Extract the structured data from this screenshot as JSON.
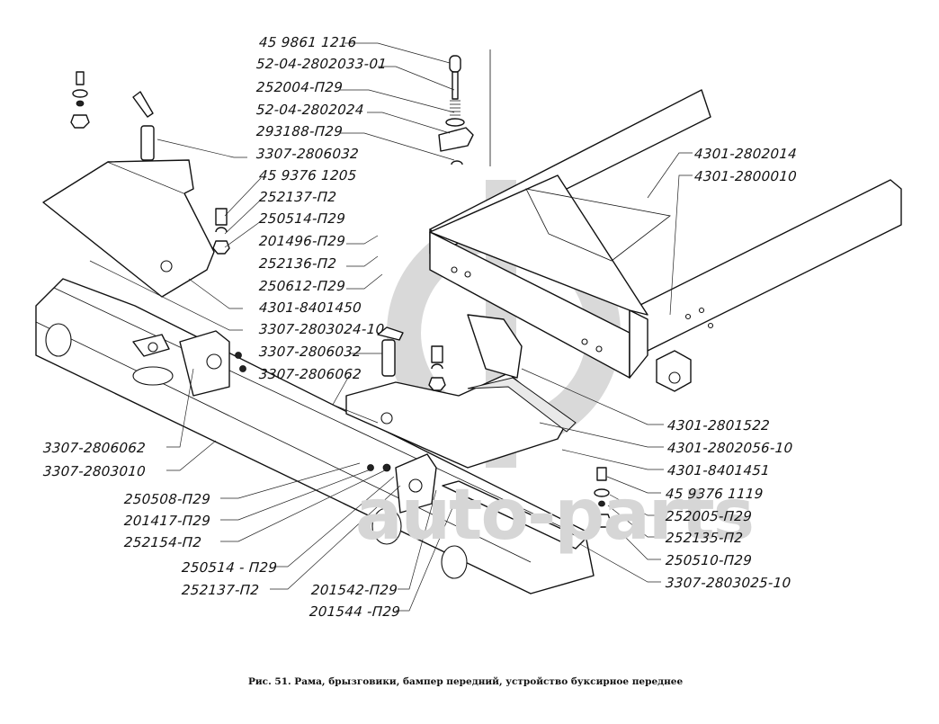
{
  "figure": {
    "caption": "Рис. 51.  Рама, брызговики, бампер передний, устройство буксирное переднее",
    "watermark_text": "auto-parts",
    "watermark_logo": "ф-logo"
  },
  "callouts": {
    "top_center": [
      "45 9861 1216",
      "52-04-2802033-01",
      "252004-П29",
      "52-04-2802024",
      "293188-П29",
      "3307-2806032"
    ],
    "left_mudguard": [
      "45 9376 1205",
      "252137-П2",
      "250514-П29",
      "201496-П29",
      "252136-П2",
      "250612-П29",
      "4301-8401450",
      "3307-2803024-10",
      "3307-2806032",
      "3307-2806062"
    ],
    "frame_right": [
      "4301-2802014",
      "4301-2800010"
    ],
    "right_side": [
      "4301-2801522",
      "4301-2802056-10",
      "4301-8401451",
      "45 9376  1119",
      "252005-П29",
      "252135-П2",
      "250510-П29",
      "3307-2803025-10"
    ],
    "bottom_left": [
      "3307-2806062",
      "3307-2803010",
      "250508-П29",
      "201417-П29",
      "252154-П2",
      "250514 - П29",
      "252137-П2",
      "201542-П29",
      "201544 -П29"
    ]
  }
}
